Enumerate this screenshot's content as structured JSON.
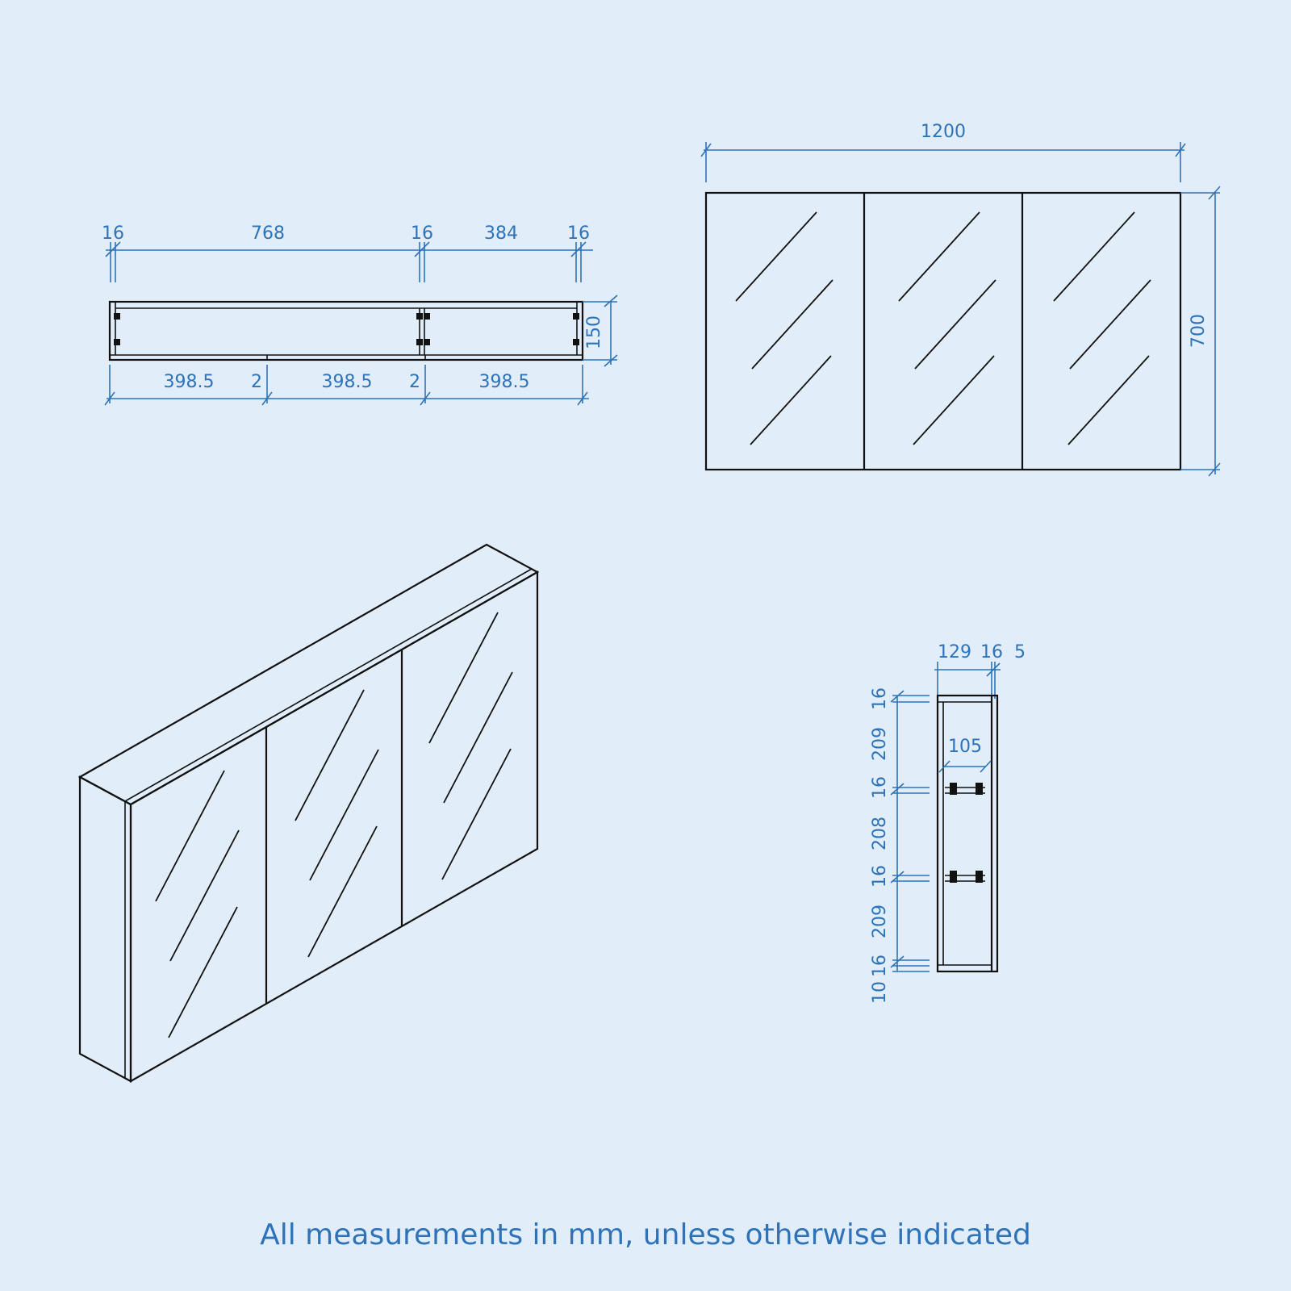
{
  "colors": {
    "background": "#e1edf9",
    "dimension": "#2e73b8",
    "outline": "#111111"
  },
  "plan_view": {
    "top": [
      "16",
      "768",
      "16",
      "384",
      "16"
    ],
    "depth": "150",
    "bottom": [
      "398.5",
      "2",
      "398.5",
      "2",
      "398.5"
    ]
  },
  "front_view": {
    "width": "1200",
    "height": "700"
  },
  "side_view": {
    "top": [
      "129",
      "16",
      "5"
    ],
    "inner": "105",
    "vertical": [
      "16",
      "209",
      "16",
      "208",
      "16",
      "209",
      "16",
      "10"
    ]
  },
  "footer": {
    "note": "All measurements in mm, unless otherwise indicated"
  }
}
